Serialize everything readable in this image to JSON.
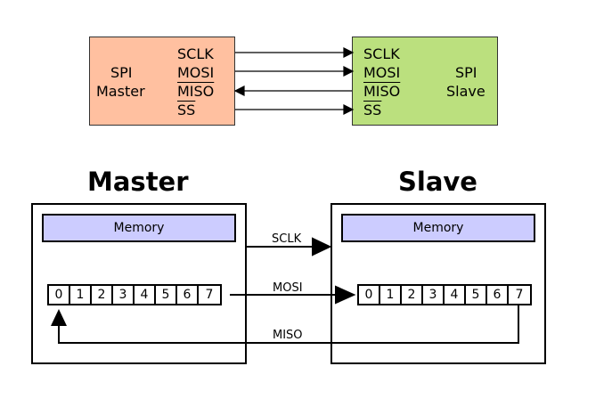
{
  "top": {
    "master_box": {
      "name_line1": "SPI",
      "name_line2": "Master",
      "pins": [
        "SCLK",
        "MOSI",
        "MISO",
        "SS"
      ],
      "color": "#ffc0a0"
    },
    "slave_box": {
      "name_line1": "SPI",
      "name_line2": "Slave",
      "pins": [
        "SCLK",
        "MOSI",
        "MISO",
        "SS"
      ],
      "color": "#bbe07e"
    }
  },
  "bottom": {
    "master": {
      "title": "Master",
      "memory_label": "Memory",
      "register": [
        "0",
        "1",
        "2",
        "3",
        "4",
        "5",
        "6",
        "7"
      ]
    },
    "slave": {
      "title": "Slave",
      "memory_label": "Memory",
      "register": [
        "0",
        "1",
        "2",
        "3",
        "4",
        "5",
        "6",
        "7"
      ]
    },
    "signals": {
      "sclk": "SCLK",
      "mosi": "MOSI",
      "miso": "MISO"
    },
    "memory_color": "#ccccff"
  }
}
